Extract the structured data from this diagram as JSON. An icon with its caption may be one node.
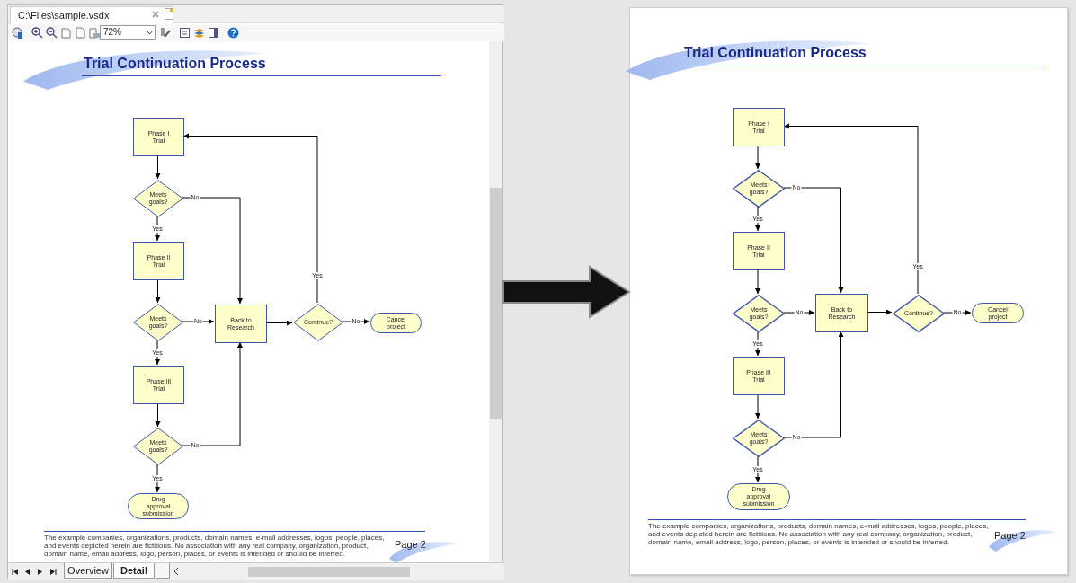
{
  "diagram": {
    "nodes": [
      {
        "text": [
          "C:\\Files\\sample.vsdx"
        ]
      },
      {
        "text": [
          "Trial Continuation Process",
          "The example companies, organizations, products, domain names, e-mail addresses, logos, people, places, and events depicted herein are fictitious. No association with any real company, organization, product, domain name, email address, logo, person, places, or events is intended or should be inferred.",
          "Page 2"
        ],
        "in": 0
      },
      {
        "text": [
          "Phase I Trial"
        ],
        "in": 1
      },
      {
        "text": [
          "Meets goals?"
        ],
        "in": 1
      },
      {
        "text": [
          "Phase II Trial"
        ],
        "in": 1
      },
      {
        "text": [
          "Meets goals?"
        ],
        "in": 1
      },
      {
        "text": [
          "Phase III Trial"
        ],
        "in": 1
      },
      {
        "text": [
          "Meets goals?"
        ],
        "in": 1
      },
      {
        "text": [
          "Drug approval submission"
        ],
        "in": 1
      },
      {
        "text": [
          "Back to Research"
        ],
        "in": 1
      },
      {
        "text": [
          "Continue?"
        ],
        "in": 1
      },
      {
        "text": [
          "Cancel project"
        ],
        "in": 1
      },
      {
        "text": [
          "Trial Continuation Process",
          "The example companies, organizations, products, domain names, e-mail addresses, logos, people, places, and events depicted herein are fictitious. No association with any real company, organization, product, domain name, email address, logo, person, places, or events is intended or should be inferred.",
          "Page 2"
        ]
      },
      {
        "text": [
          "Phase I Trial"
        ],
        "in": 12
      },
      {
        "text": [
          "Meets goals?"
        ],
        "in": 12
      },
      {
        "text": [
          "Phase II Trial"
        ],
        "in": 12
      },
      {
        "text": [
          "Meets goals?"
        ],
        "in": 12
      },
      {
        "text": [
          "Phase III Trial"
        ],
        "in": 12
      },
      {
        "text": [
          "Meets goals?"
        ],
        "in": 12
      },
      {
        "text": [
          "Drug approval submission"
        ],
        "in": 12
      },
      {
        "text": [
          "Back to Research"
        ],
        "in": 12
      },
      {
        "text": [
          "Continue?"
        ],
        "in": 12
      },
      {
        "text": [
          "Cancel project"
        ],
        "in": 12
      }
    ],
    "edges": [
      {
        "from": 2,
        "to": 3,
        "arrow": "to"
      },
      {
        "from": 3,
        "to": 4,
        "arrow": "to",
        "label": "Yes"
      },
      {
        "from": 3,
        "to": 9,
        "arrow": "to",
        "label": "No"
      },
      {
        "from": 4,
        "to": 5,
        "arrow": "to"
      },
      {
        "from": 5,
        "to": 9,
        "arrow": "to",
        "label": "No"
      },
      {
        "from": 5,
        "to": 6,
        "arrow": "to",
        "label": "Yes"
      },
      {
        "from": 6,
        "to": 7,
        "arrow": "to"
      },
      {
        "from": 7,
        "to": 8,
        "arrow": "to",
        "label": "Yes"
      },
      {
        "from": 7,
        "to": 9,
        "arrow": "to",
        "label": "No"
      },
      {
        "from": 9,
        "to": 10,
        "arrow": "to"
      },
      {
        "from": 10,
        "to": 11,
        "arrow": "to",
        "label": "No"
      },
      {
        "from": 10,
        "to": 2,
        "arrow": "to",
        "label": "Yes"
      },
      {
        "from": 13,
        "to": 14,
        "arrow": "to"
      },
      {
        "from": 14,
        "to": 15,
        "arrow": "to",
        "label": "Yes"
      },
      {
        "from": 14,
        "to": 20,
        "arrow": "to",
        "label": "No"
      },
      {
        "from": 15,
        "to": 16,
        "arrow": "to"
      },
      {
        "from": 16,
        "to": 20,
        "arrow": "to",
        "label": "No"
      },
      {
        "from": 16,
        "to": 17,
        "arrow": "to",
        "label": "Yes"
      },
      {
        "from": 17,
        "to": 18,
        "arrow": "to"
      },
      {
        "from": 18,
        "to": 19,
        "arrow": "to",
        "label": "Yes"
      },
      {
        "from": 18,
        "to": 20,
        "arrow": "to",
        "label": "No"
      },
      {
        "from": 20,
        "to": 21,
        "arrow": "to"
      },
      {
        "from": 21,
        "to": 22,
        "arrow": "to",
        "label": "No"
      },
      {
        "from": 21,
        "to": 13,
        "arrow": "to",
        "label": "Yes"
      },
      {
        "from": 0,
        "to": 12,
        "arrow": "to",
        "style": "thick"
      }
    ],
    "labels": [
      "72%",
      "Overview",
      "Detail"
    ]
  }
}
